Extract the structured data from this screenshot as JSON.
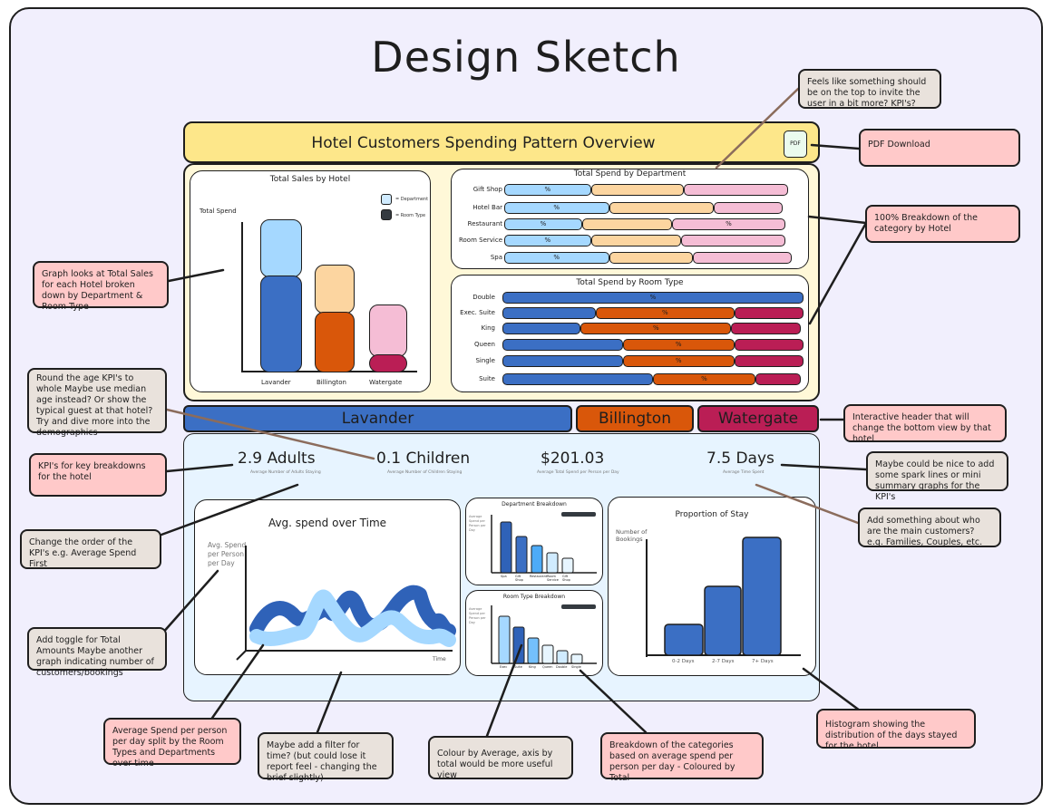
{
  "title": "Design Sketch",
  "header": {
    "title": "Hotel Customers Spending Pattern Overview",
    "pdf_label": "PDF"
  },
  "colors": {
    "lavander": "#3b6fc4",
    "billington": "#d9570a",
    "watergate": "#ba1e55",
    "header_yellow": "#fde78a",
    "panel_cream": "#fff8d8",
    "panel_blue": "#e7f4ff"
  },
  "notes": {
    "kpi_top": "Feels like something should be on the top to invite the user in a bit more? KPI's?",
    "pdf": "PDF Download",
    "breakdown": "100% Breakdown of the category by Hotel",
    "graph": "Graph looks at Total Sales for each Hotel broken down by Department & Room Type",
    "age": "Round the age KPI's to whole Maybe use median age instead? Or show the typical guest at that hotel? Try and dive more into the demographics",
    "interactive": "Interactive header that will change the bottom view by that hotel",
    "kpi_breakdowns": "KPI's for key breakdowns for the hotel",
    "spark": "Maybe could be nice to add some spark lines or mini summary graphs for the KPI's",
    "order": "Change the order of the KPI's e.g. Average Spend First",
    "customers": "Add something about who are the main customers? e.g. Families, Couples, etc.",
    "toggle": "Add toggle for Total Amounts Maybe another graph indicating number of customers/bookings",
    "histogram": "Histogram showing the distribution of the days stayed for the hotel",
    "avg_spend": "Average Spend per person per day split by the Room Types and Departments over time",
    "filter": "Maybe add a filter for time? (but could lose it report feel - changing the brief slightly)",
    "colour": "Colour by Average, axis by total would be more useful view",
    "categories": "Breakdown of the categories based on average spend per person per day - Coloured by Total"
  },
  "sales_chart": {
    "title": "Total Sales by Hotel",
    "ylabel": "Total Spend",
    "legend": [
      "= Department",
      "= Room Type"
    ],
    "hotels": [
      "Lavander",
      "Billington",
      "Watergate"
    ]
  },
  "dept_chart": {
    "title": "Total Spend by Department",
    "rows": [
      "Gift Shop",
      "Hotel Bar",
      "Restaurant",
      "Room Service",
      "Spa"
    ],
    "pct": "%"
  },
  "room_chart": {
    "title": "Total Spend by Room Type",
    "rows": [
      "Double",
      "Exec. Suite",
      "King",
      "Queen",
      "Single",
      "Suite"
    ],
    "pct": "%"
  },
  "tabs": [
    "Lavander",
    "Billington",
    "Watergate"
  ],
  "kpis": [
    {
      "value": "2.9 Adults",
      "sub": "Average Number of Adults Staying"
    },
    {
      "value": "0.1 Children",
      "sub": "Average Number of Children Staying"
    },
    {
      "value": "$201.03",
      "sub": "Average Total Spend per Person per Day"
    },
    {
      "value": "7.5 Days",
      "sub": "Average Time Spent"
    }
  ],
  "time_chart": {
    "title": "Avg. spend over Time",
    "ylabel": "Avg. Spend per Person per Day",
    "xlabel": "Time"
  },
  "dept_breakdown": {
    "title": "Department Breakdown",
    "ylabel": "Average Spend per Person per Day",
    "cats": [
      "Spa",
      "Gift Shop",
      "Restaurant",
      "Room Service",
      "Gift Shop"
    ]
  },
  "room_breakdown": {
    "title": "Room Type Breakdown",
    "ylabel": "Average Spend per Person per Day",
    "cats": [
      "Exec",
      "Suite",
      "King",
      "Queen",
      "Double",
      "Single"
    ]
  },
  "stay_chart": {
    "title": "Proportion of Stay",
    "ylabel": "Number of Bookings",
    "cats": [
      "0-2 Days",
      "2-7 Days",
      "7+ Days"
    ]
  }
}
